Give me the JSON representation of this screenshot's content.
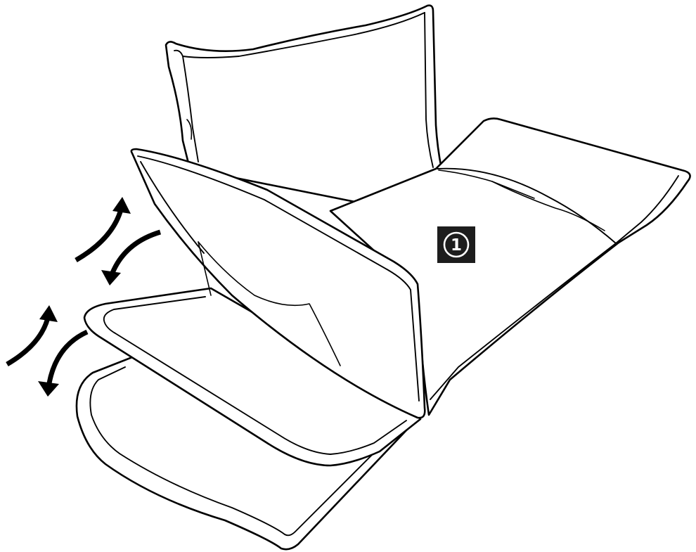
{
  "diagram": {
    "callouts": [
      {
        "id": "1",
        "label": "1"
      }
    ],
    "arrows": [
      {
        "name": "upper-fold-up-arrow",
        "direction": "up"
      },
      {
        "name": "upper-fold-down-arrow",
        "direction": "down"
      },
      {
        "name": "lower-fold-up-arrow",
        "direction": "up"
      },
      {
        "name": "lower-fold-down-arrow",
        "direction": "down"
      }
    ],
    "colors": {
      "line": "#000000",
      "background": "#ffffff",
      "callout_fill": "#1d1d1d",
      "callout_text": "#ffffff"
    }
  }
}
